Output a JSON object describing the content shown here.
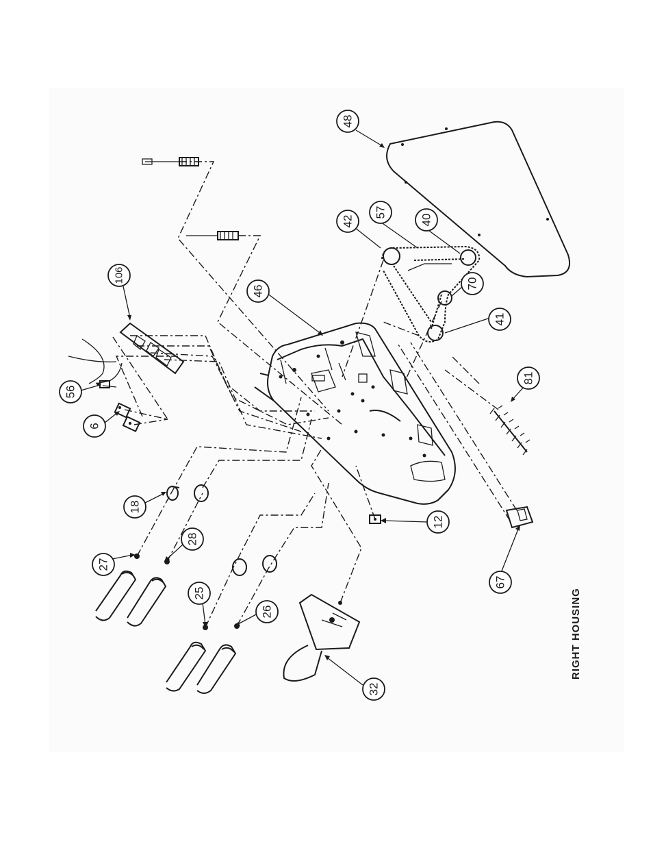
{
  "title": "RIGHT HOUSING",
  "parts": [
    {
      "id": "callout-48",
      "label": "48"
    },
    {
      "id": "callout-42",
      "label": "42"
    },
    {
      "id": "callout-57",
      "label": "57"
    },
    {
      "id": "callout-40",
      "label": "40"
    },
    {
      "id": "callout-70",
      "label": "70"
    },
    {
      "id": "callout-41",
      "label": "41"
    },
    {
      "id": "callout-46",
      "label": "46"
    },
    {
      "id": "callout-106",
      "label": "106"
    },
    {
      "id": "callout-56",
      "label": "56"
    },
    {
      "id": "callout-6",
      "label": "6"
    },
    {
      "id": "callout-81",
      "label": "81"
    },
    {
      "id": "callout-18",
      "label": "18"
    },
    {
      "id": "callout-12",
      "label": "12"
    },
    {
      "id": "callout-67",
      "label": "67"
    },
    {
      "id": "callout-27",
      "label": "27"
    },
    {
      "id": "callout-28",
      "label": "28"
    },
    {
      "id": "callout-25",
      "label": "25"
    },
    {
      "id": "callout-26",
      "label": "26"
    },
    {
      "id": "callout-32",
      "label": "32"
    }
  ]
}
